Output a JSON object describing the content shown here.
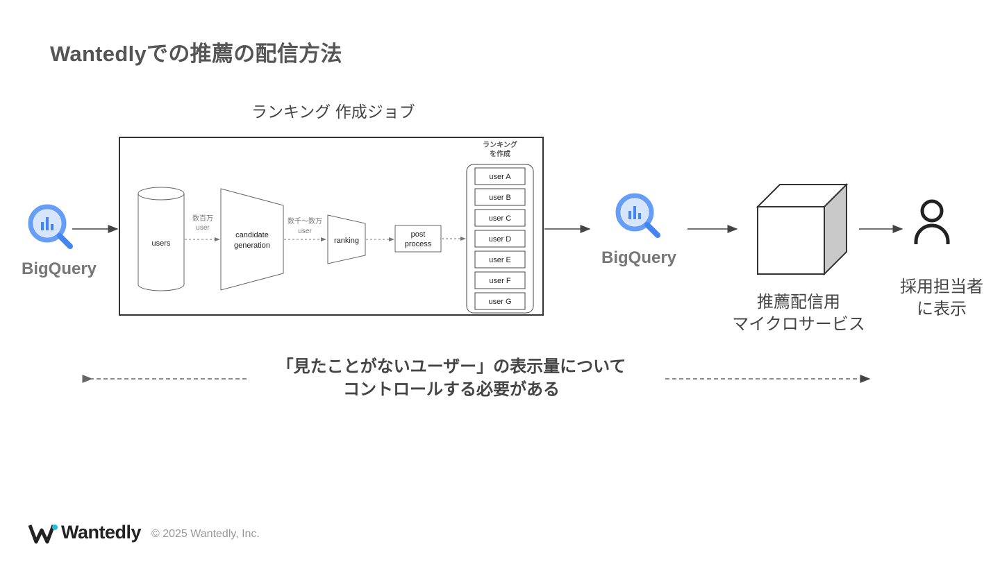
{
  "slide": {
    "title": "Wantedlyでの推薦の配信方法"
  },
  "diagram": {
    "job_label": "ランキング 作成ジョブ",
    "bigquery_left": "BigQuery",
    "bigquery_right": "BigQuery",
    "users_label": "users",
    "users_count_line1": "数百万",
    "users_count_line2": "user",
    "candidate_line1": "candidate",
    "candidate_line2": "generation",
    "candidate_count_line1": "数千〜数万",
    "candidate_count_line2": "user",
    "ranking_label": "ranking",
    "post_line1": "post",
    "post_line2": "process",
    "ranking_output_line1": "ランキング",
    "ranking_output_line2": "を作成",
    "ranked_users": [
      "user A",
      "user B",
      "user C",
      "user D",
      "user E",
      "user F",
      "user G"
    ],
    "microservice_line1": "推薦配信用",
    "microservice_line2": "マイクロサービス",
    "recruiter_line1": "採用担当者",
    "recruiter_line2": "に表示",
    "note_line1": "「見たことがないユーザー」の表示量について",
    "note_line2": "コントロールする必要がある"
  },
  "footer": {
    "logo_text": "Wantedly",
    "copyright": "© 2025 Wantedly, Inc."
  },
  "colors": {
    "bigquery_blue": "#669df6",
    "bigquery_dark_blue": "#4285f4",
    "text_gray": "#555555"
  },
  "icons": [
    "bigquery-icon",
    "cube-icon",
    "person-icon",
    "wantedly-logo-icon"
  ]
}
